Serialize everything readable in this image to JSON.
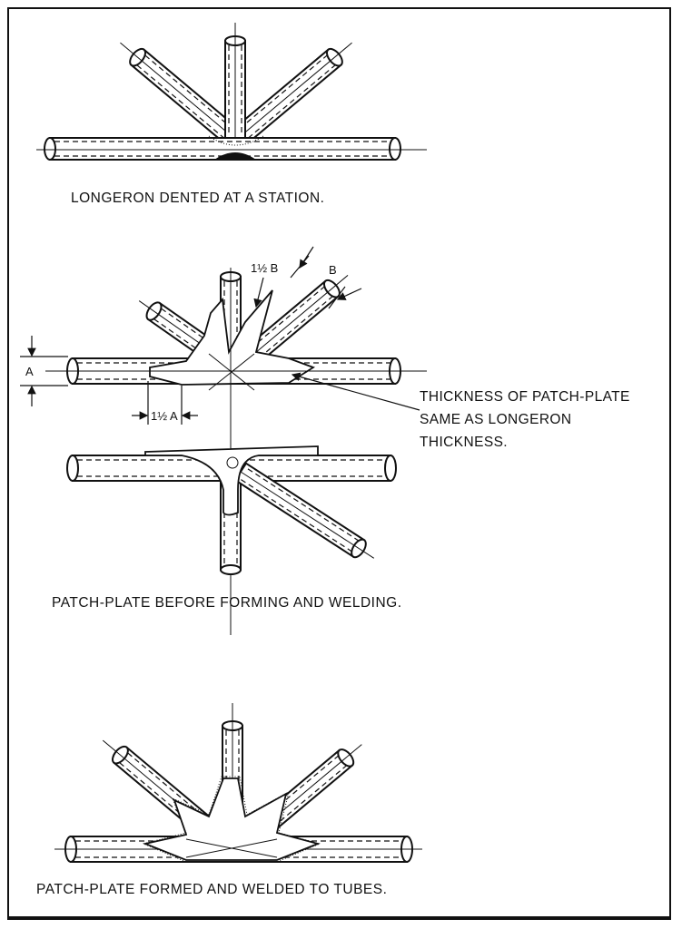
{
  "figures": [
    {
      "caption": "LONGERON DENTED AT A STATION."
    },
    {
      "caption": "PATCH-PLATE BEFORE FORMING AND WELDING."
    },
    {
      "caption": "PATCH-PLATE FORMED AND WELDED TO TUBES."
    }
  ],
  "callout": {
    "lines": [
      "THICKNESS OF PATCH-PLATE",
      "SAME AS LONGERON",
      "THICKNESS."
    ]
  },
  "dimensions": {
    "a": "A",
    "b": "B",
    "one_half_b": "1½ B",
    "one_half_a": "1½ A"
  }
}
